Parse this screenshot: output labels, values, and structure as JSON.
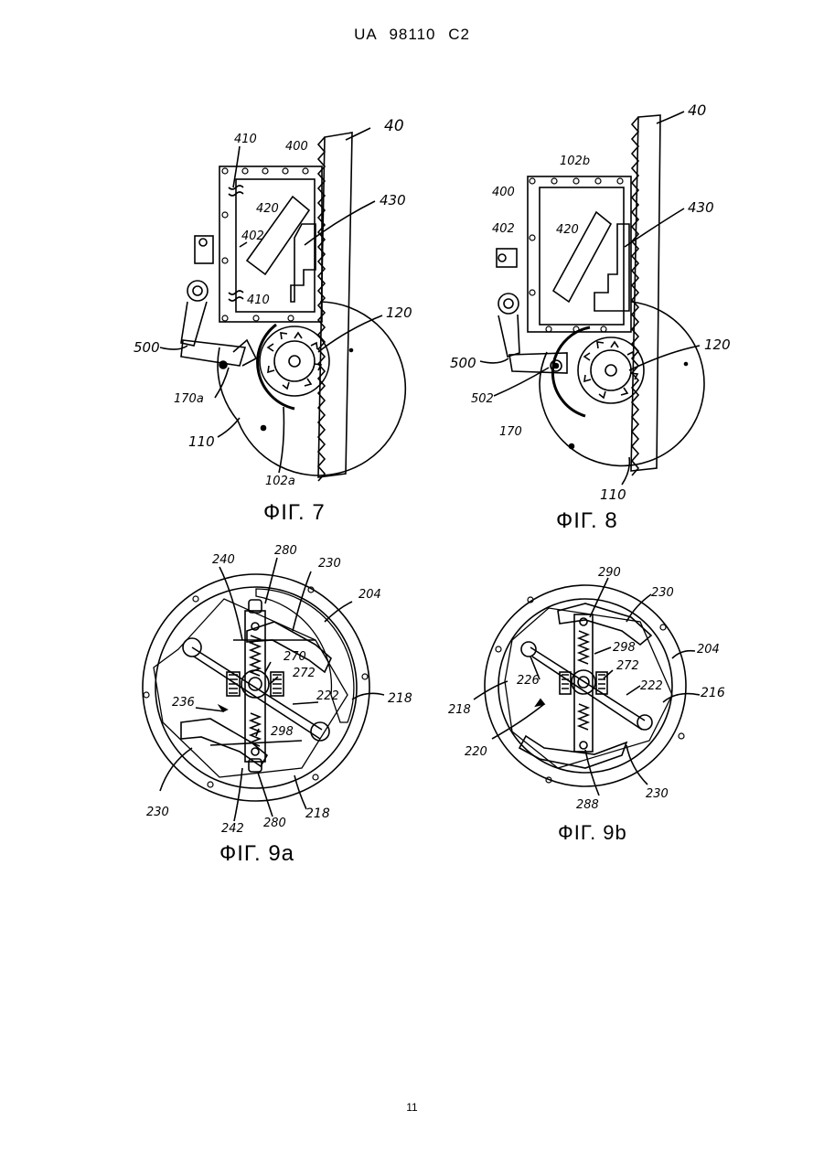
{
  "header": {
    "patent_number": "UA 98110 C2"
  },
  "page_number": "11",
  "figures": {
    "fig7": {
      "caption": "ФІГ. 7",
      "labels": [
        "410",
        "400",
        "40",
        "420",
        "430",
        "402",
        "410",
        "120",
        "500",
        "170a",
        "110",
        "102a"
      ]
    },
    "fig8": {
      "caption": "ФІГ. 8",
      "labels": [
        "40",
        "102b",
        "400",
        "430",
        "402",
        "420",
        "120",
        "500",
        "502",
        "170",
        "110"
      ]
    },
    "fig9a": {
      "caption": "ФІГ. 9a",
      "labels": [
        "280",
        "240",
        "230",
        "204",
        "270",
        "272",
        "236",
        "222",
        "218",
        "298",
        "230",
        "242",
        "280",
        "218"
      ]
    },
    "fig9b": {
      "caption": "ФІГ. 9b",
      "labels": [
        "290",
        "230",
        "298",
        "204",
        "226",
        "272",
        "222",
        "216",
        "218",
        "220",
        "230",
        "288"
      ]
    }
  }
}
